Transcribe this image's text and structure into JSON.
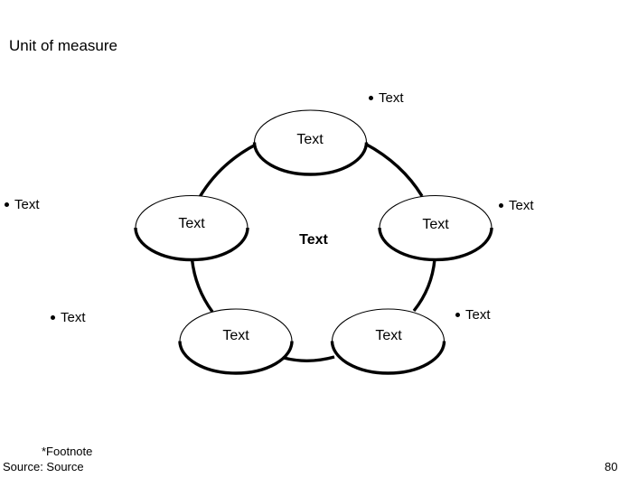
{
  "slide": {
    "title": "Unit of measure",
    "footnote": "*Footnote",
    "source": "Source: Source",
    "page_number": "80"
  },
  "diagram": {
    "type": "cycle",
    "center_label": "Text",
    "nodes": [
      {
        "id": "top",
        "label": "Text"
      },
      {
        "id": "left",
        "label": "Text"
      },
      {
        "id": "right",
        "label": "Text"
      },
      {
        "id": "bottom-left",
        "label": "Text"
      },
      {
        "id": "bottom-right",
        "label": "Text"
      }
    ],
    "bullets": [
      {
        "position": "top-right",
        "label": "Text"
      },
      {
        "position": "left",
        "label": "Text"
      },
      {
        "position": "right",
        "label": "Text"
      },
      {
        "position": "lower-left",
        "label": "Text"
      },
      {
        "position": "lower-right",
        "label": "Text"
      }
    ]
  },
  "colors": {
    "background": "#ffffff",
    "ink": "#000000"
  }
}
